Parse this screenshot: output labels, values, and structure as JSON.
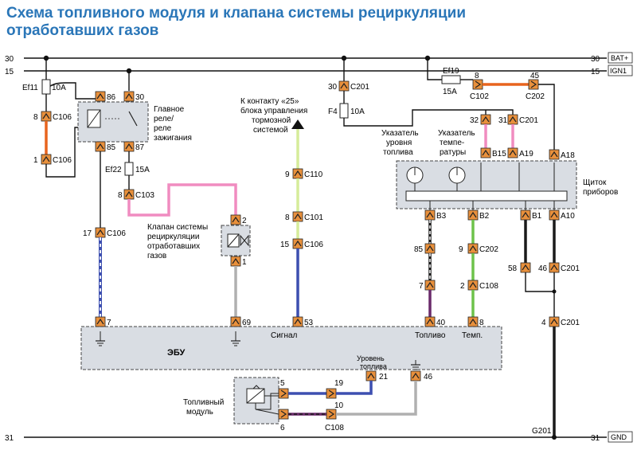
{
  "title": {
    "line1": "Схема топливного модуля и  клапана системы рециркуляции",
    "line2": "отработавших газов"
  },
  "rails": {
    "bat_num": "30",
    "bat_label": "BAT+",
    "ign_num": "15",
    "ign_label": "IGN1",
    "gnd_num": "31",
    "gnd_label": "GND"
  },
  "fuses": {
    "ef11": "Ef11",
    "ef11_amp": "10A",
    "ef22": "Ef22",
    "ef22_amp": "15A",
    "f4": "F4",
    "f4_amp": "10A",
    "ef19": "Ef19",
    "ef19_amp": "15A"
  },
  "relay": {
    "label1": "Главное",
    "label2": "реле/",
    "label3": "реле",
    "label4": "зажигания",
    "pin86": "86",
    "pin30": "30",
    "pin85": "85",
    "pin87": "87"
  },
  "valve": {
    "label1": "Клапан системы",
    "label2": "рециркуляции",
    "label3": "отработавших",
    "label4": "газов",
    "pin2": "2",
    "pin1": "1"
  },
  "signal_note": {
    "line1": "К контакту «25»",
    "line2": "блока управления",
    "line3": "тормозной",
    "line4": "системой"
  },
  "connectors": {
    "c106_8": "8",
    "c106": "C106",
    "c106_1": "1",
    "c103_8": "8",
    "c103": "C103",
    "c106_17": "17",
    "c110_9": "9",
    "c110": "C110",
    "c101_8": "8",
    "c101": "C101",
    "c106_15": "15",
    "c201_30": "30",
    "c201": "C201",
    "c102_8": "8",
    "c102": "C102",
    "c202_45": "45",
    "c202": "C202",
    "c201_32": "32",
    "c201_31": "31",
    "c202_85": "85",
    "c202_9": "9",
    "c108_7": "7",
    "c108": "C108",
    "c108_2": "2",
    "c201_58": "58",
    "c201_46": "46",
    "c201_4": "4",
    "c108_19": "19",
    "c108_10": "10",
    "g201": "G201"
  },
  "cluster": {
    "label1": "Щиток",
    "label2": "приборов",
    "fuel_gauge1": "Указатель",
    "fuel_gauge2": "уровня",
    "fuel_gauge3": "топлива",
    "temp_gauge1": "Указатель",
    "temp_gauge2": "темпе-",
    "temp_gauge3": "ратуры",
    "b15": "B15",
    "a19": "A19",
    "a18": "A18",
    "b3": "B3",
    "b2": "B2",
    "b1": "B1",
    "a10": "A10"
  },
  "ecu": {
    "label": "ЭБУ",
    "pin7": "7",
    "pin69": "69",
    "pin53": "53",
    "pin40": "40",
    "pin8": "8",
    "pin21": "21",
    "pin46": "46",
    "signal": "Сигнал",
    "fuel": "Топливо",
    "temp": "Темп.",
    "fuel_level1": "Уровень",
    "fuel_level2": "топлива"
  },
  "fuel_module": {
    "label1": "Топливный",
    "label2": "модуль",
    "pin5": "5",
    "pin6": "6"
  },
  "colors": {
    "rail": "#111111",
    "orange_wire": "#e8641e",
    "pink_wire": "#f08cc0",
    "blue_wire": "#3d4fb0",
    "grey_wire": "#b0b0b0",
    "green_wire": "#6ec24a",
    "lightgreen_wire": "#d6ec9a",
    "purple_wire": "#6a2a6a",
    "black_wire": "#1a1a1a",
    "connector": "#e8903c",
    "component_fill": "#d9dde3",
    "title": "#2a76b8"
  }
}
